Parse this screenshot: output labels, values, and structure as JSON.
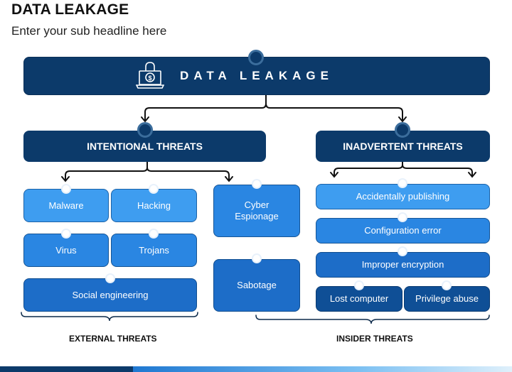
{
  "title": "DATA LEAKAGE",
  "subtitle": "Enter your sub headline here",
  "main": {
    "label": "DATA LEAKAGE",
    "icon": "lock-laptop-icon"
  },
  "categories": {
    "intentional": "INTENTIONAL THREATS",
    "inadvertent": "INADVERTENT THREATS"
  },
  "external": {
    "malware": "Malware",
    "hacking": "Hacking",
    "virus": "Virus",
    "trojans": "Trojans",
    "social": "Social engineering"
  },
  "insider_intentional": {
    "cyber": "Cyber Espionage",
    "sabotage": "Sabotage"
  },
  "inadvertent_items": {
    "publishing": "Accidentally publishing",
    "config": "Configuration error",
    "encryption": "Improper encryption",
    "lost": "Lost computer",
    "privilege": "Privilege abuse"
  },
  "groups": {
    "external": "EXTERNAL THREATS",
    "insider": "INSIDER THREATS"
  },
  "colors": {
    "navy": "#0c3a6a",
    "light_blue": "#3e9df0",
    "mid_blue": "#2a86e2",
    "blue": "#1d6dc8",
    "deep_blue": "#0f4f96"
  }
}
